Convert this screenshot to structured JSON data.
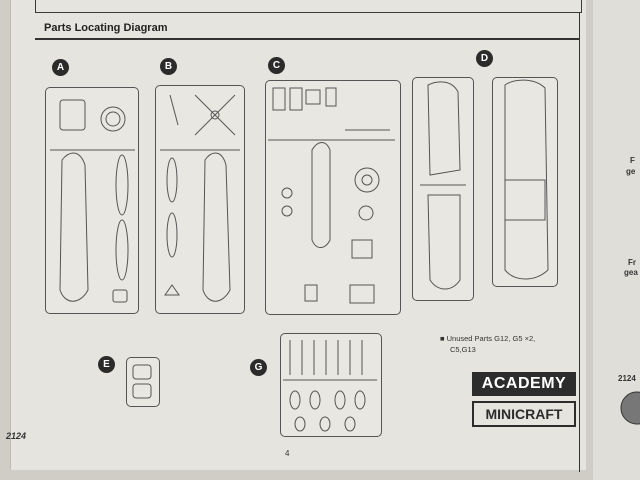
{
  "section": {
    "title": "Parts Locating Diagram"
  },
  "sprues": [
    {
      "id": "A",
      "label": "A"
    },
    {
      "id": "B",
      "label": "B"
    },
    {
      "id": "C",
      "label": "C"
    },
    {
      "id": "D",
      "label": "D"
    },
    {
      "id": "E",
      "label": "E"
    },
    {
      "id": "G",
      "label": "G"
    }
  ],
  "unused_parts": {
    "line1": "■ Unused Parts G12, G5 ×2,",
    "line2": "C5,G13"
  },
  "brand": {
    "line1": "ACADEMY",
    "line2": "MINICRAFT"
  },
  "kit_code": "2124",
  "page_number": "4",
  "right_page": {
    "code": "2124",
    "text1": "F",
    "text2": "ge",
    "text3": "Fr",
    "text4": "gea"
  }
}
